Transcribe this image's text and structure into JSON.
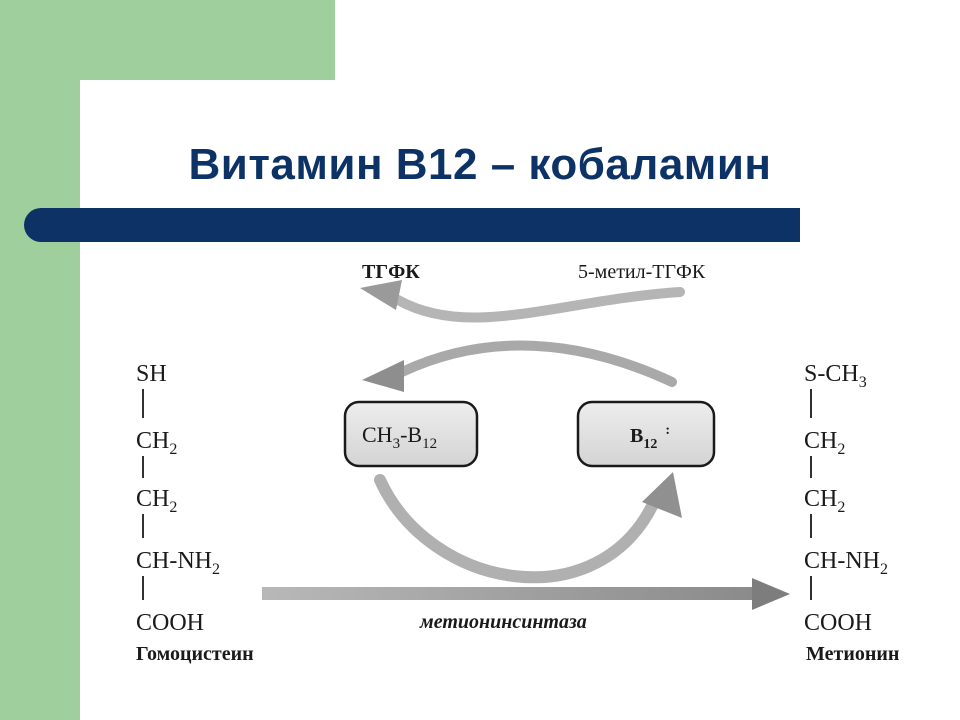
{
  "slide": {
    "title": "Витамин В12 – кобаламин"
  },
  "diagram": {
    "top_left_label": "ТГФК",
    "top_right_label": "5-метил-ТГФК",
    "left_box": {
      "main": "CH",
      "sub1": "3",
      "mid": "-B",
      "sub2": "12"
    },
    "right_box": {
      "main": "B",
      "sub": "12",
      "extra": ":"
    },
    "enzyme": "метионинсинтаза",
    "homocysteine": {
      "name": "Гомоцистеин",
      "sh": "SH",
      "ch2_a": "CH",
      "ch2_b": "CH",
      "sub2": "2",
      "ch_nh2": "CH-NH",
      "cooh": "COOH"
    },
    "methionine": {
      "name": "Метионин",
      "s_ch3": "S-CH",
      "sub3": "3",
      "ch2_a": "CH",
      "ch2_b": "CH",
      "sub2": "2",
      "ch_nh2": "CH-NH",
      "cooh": "COOH"
    }
  }
}
